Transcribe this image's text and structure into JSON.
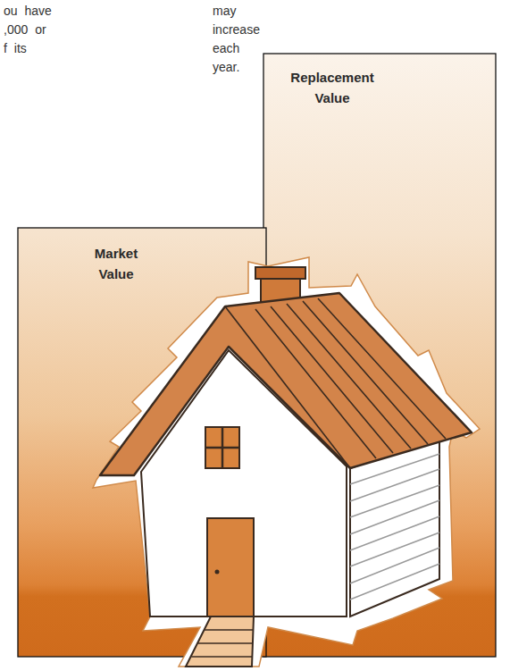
{
  "diagram": {
    "nodes": [
      {
        "text": [
          "Market Value"
        ]
      },
      {
        "text": [
          "Replacement Value"
        ]
      }
    ],
    "labels": [
      "ou have ,000 or f its",
      "may increase each year."
    ]
  }
}
